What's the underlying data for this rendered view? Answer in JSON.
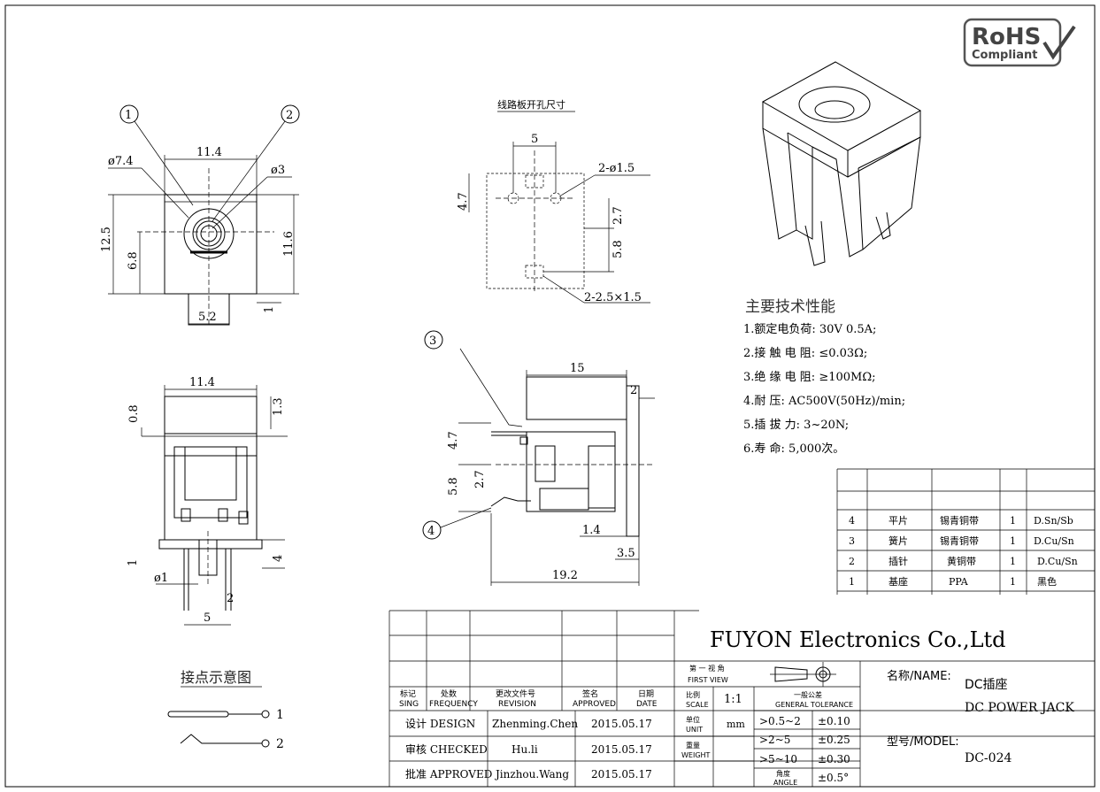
{
  "logo": {
    "line1": "RoHS",
    "line2": "Compliant"
  },
  "top_view": {
    "callouts": [
      "1",
      "2"
    ],
    "dims": {
      "d74": "ø7.4",
      "d3": "ø3",
      "w114": "11.4",
      "h125": "12.5",
      "h68": "6.8",
      "h116": "11.6",
      "w52": "5.2",
      "s1": "1"
    }
  },
  "pcb": {
    "title": "线路板开孔尺寸",
    "dims": {
      "w5": "5",
      "holes": "2-ø1.5",
      "h47": "4.7",
      "h27": "2.7",
      "h58": "5.8",
      "slots": "2-2.5×1.5"
    }
  },
  "front_view": {
    "dims": {
      "w114": "11.4",
      "h08": "0.8",
      "h13": "1.3",
      "h1": "1",
      "h4": "4",
      "d1": "ø1",
      "w2": "2",
      "w5": "5"
    }
  },
  "side_view": {
    "callouts": [
      "3",
      "4"
    ],
    "dims": {
      "w15": "15",
      "w2": "2",
      "h47": "4.7",
      "h58": "5.8",
      "h27": "2.7",
      "w14": "1.4",
      "w35": "3.5",
      "w192": "19.2"
    }
  },
  "schematic": {
    "title": "接点示意图",
    "pins": [
      "1",
      "2"
    ]
  },
  "specs": {
    "title": "主要技术性能",
    "items": [
      "1.额定电负荷:  30V 0.5A;",
      "2.接 触 电 阻: ≤0.03Ω;",
      "3.绝 缘 电 阻: ≥100MΩ;",
      "4.耐        压: AC500V(50Hz)/min;",
      "5.插   拔    力: 3~20N;",
      "6.寿        命: 5,000次。"
    ]
  },
  "parts_table": {
    "rows": [
      [
        "4",
        "平片",
        "锡青铜带",
        "1",
        "D.Sn/Sb"
      ],
      [
        "3",
        "簧片",
        "锡青铜带",
        "1",
        "D.Cu/Sn"
      ],
      [
        "2",
        "插针",
        "黄铜带",
        "1",
        "D.Cu/Sn"
      ],
      [
        "1",
        "基座",
        "PPA",
        "1",
        "黑色"
      ]
    ]
  },
  "title_block": {
    "company": "FUYON Electronics Co.,Ltd",
    "headers": [
      {
        "cn": "标记",
        "en": "SING"
      },
      {
        "cn": "处数",
        "en": "FREQUENCY"
      },
      {
        "cn": "更改文件号",
        "en": "REVISION"
      },
      {
        "cn": "签名",
        "en": "APPROVED"
      },
      {
        "cn": "日期",
        "en": "DATE"
      }
    ],
    "signoffs": [
      {
        "role": "设计 DESIGN",
        "name": "Zhenming.Chen",
        "date": "2015.05.17"
      },
      {
        "role": "审核 CHECKED",
        "name": "Hu.li",
        "date": "2015.05.17"
      },
      {
        "role": "批准 APPROVED",
        "name": "Jinzhou.Wang",
        "date": "2015.05.17"
      }
    ],
    "view": {
      "cn": "第 一 视 角",
      "en": "FIRST VIEW"
    },
    "scale": {
      "cn": "比例",
      "en": "SCALE",
      "value": "1:1"
    },
    "unit": {
      "cn": "单位",
      "en": "UNIT",
      "value": "mm"
    },
    "weight": {
      "cn": "重量",
      "en": "WEIGHT"
    },
    "angle": {
      "cn": "角度",
      "en": "ANGLE",
      "value": "±0.5°"
    },
    "tolerance": {
      "cn": "一般公差",
      "en": "GENERAL TOLERANCE",
      "rows": [
        {
          "range": ">0.5~2",
          "value": "±0.10"
        },
        {
          "range": ">2~5",
          "value": "±0.25"
        },
        {
          "range": ">5~10",
          "value": "±0.30"
        }
      ]
    },
    "name_label": "名称/NAME:",
    "name_cn": "DC插座",
    "name_en": "DC POWER JACK",
    "model_label": "型号/MODEL:",
    "model": "DC-024"
  }
}
